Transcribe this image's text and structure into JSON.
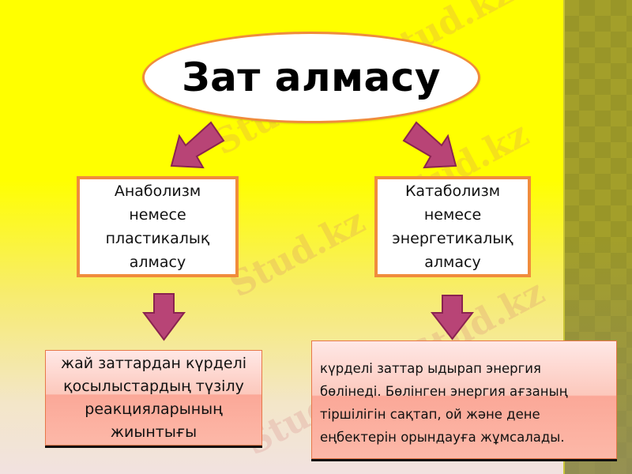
{
  "diagram": {
    "title": "Зат алмасу",
    "branches": [
      {
        "name": "anabolism",
        "concept_lines": [
          "Анаболизм",
          "немесе",
          "пластикалық",
          "алмасу"
        ],
        "description_lines": [
          "жай заттардан күрделі",
          "қосылыстардың түзілу",
          "реакцияларының",
          "жиынтығы"
        ]
      },
      {
        "name": "catabolism",
        "concept_lines": [
          "Катаболизм",
          "немесе",
          "энергетикалық",
          "алмасу"
        ],
        "description_lines": [
          "күрделі заттар ыдырап энергия",
          "бөлінеді. Бөлінген энергия ағзаның",
          "тіршілігін сақтап, ой және дене",
          "еңбектерін орындауға жұмсалады."
        ]
      }
    ],
    "watermark": "Stud.kz - Stud.kz"
  },
  "colors": {
    "background_top": "#ffff00",
    "side_panel": "#a39f2a",
    "border_orange": "#f08c3c",
    "arrow_fill": "#b84476",
    "arrow_stroke": "#8a2350",
    "desc_box_fill": "#fcb8a8"
  }
}
